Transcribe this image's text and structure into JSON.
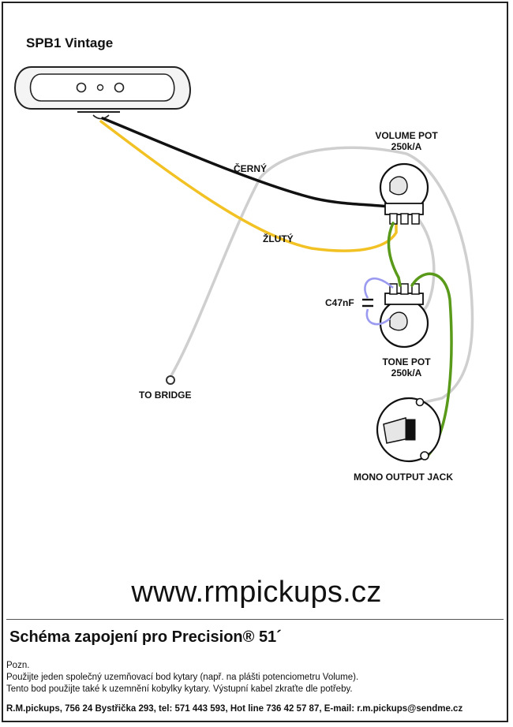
{
  "pickup": {
    "title": "SPB1 Vintage"
  },
  "wires": {
    "black_label": "ČERNÝ",
    "yellow_label": "ŽLUTÝ"
  },
  "volume_pot": {
    "label": "VOLUME POT",
    "value": "250k/A"
  },
  "tone_pot": {
    "label": "TONE POT",
    "value": "250k/A"
  },
  "capacitor": {
    "label": "C47nF"
  },
  "bridge": {
    "label": "TO BRIDGE"
  },
  "jack": {
    "label": "MONO OUTPUT JACK"
  },
  "website": {
    "url": "www.rmpickups.cz"
  },
  "heading": {
    "text": "Schéma zapojení pro Precision® 51´"
  },
  "notes": {
    "label": "Pozn.",
    "line1": "Použijte jeden společný uzemňovací bod kytary (např. na plášti potenciometru Volume).",
    "line2": "Tento bod použijte také k uzemnění kobylky kytary. Výstupní kabel zkraťte dle potřeby."
  },
  "footer": {
    "text": "R.M.pickups, 756 24 Bystřička 293, tel: 571 443 593, Hot line 736 42 57 87, E-mail: r.m.pickups@sendme.cz"
  },
  "colors": {
    "black_wire": "#111111",
    "yellow_wire": "#f2c225",
    "ground_wire": "#cfcfcf",
    "green_wire": "#5a9a1a",
    "cap_wire": "#9a9af0"
  }
}
